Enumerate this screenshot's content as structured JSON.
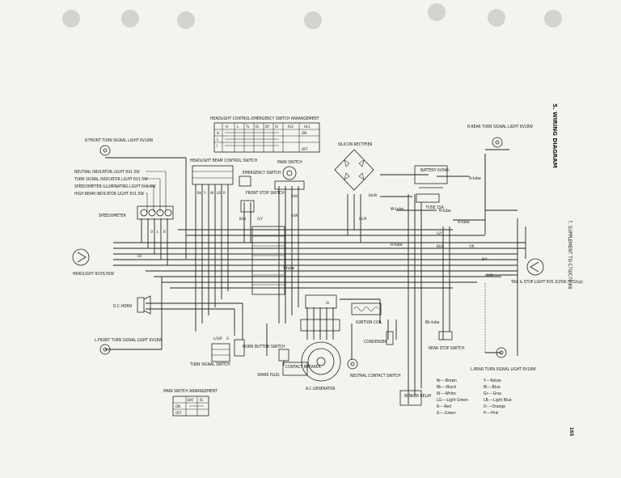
{
  "section_title": "5. WIRING DIAGRAM",
  "supplement": "7. SUPPLEMENT TO C70/C70-K6",
  "page_number": "165",
  "components": {
    "r_front_turn": "R.FRONT TURN SIGNAL LIGHT 6V18W",
    "l_front_turn": "L.FRONT TURN SIGNAL LIGHT 6V18W",
    "r_rear_turn": "R.REAR TURN SIGNAL LIGHT 6V18W",
    "l_rear_turn": "L.REAR TURN SIGNAL LIGHT 6V18W",
    "neutral": "NEUTRAL INDICATOR LIGHT 6V1.5W",
    "turn_ind": "TURN SIGNAL INDICATOR LIGHT 6V1.5W",
    "speedo_illum": "SPEEDOMETER ILLUMINATING LIGHT 6V1.5W",
    "high_beam": "HIGH BEAM INDICATOR LIGHT 6V1.5W",
    "speedometer": "SPEEDOMETER",
    "headlight": "HEADLIGHT 6V35/35W",
    "horn": "D.C.HORN",
    "turn_switch": "TURN SIGNAL SWITCH",
    "horn_button": "HORN BUTTON SWITCH",
    "headlight_ctrl_title": "HEADLIGHT CONTROL-EMERGENCY SWITCH ARRANGEMENT",
    "beam_switch": "HEADLIGHT BEAM CONTROL SWITCH",
    "emergency": "EMERGENCY SWITCH",
    "main_switch": "MAIN SWITCH",
    "front_stop": "FRONT STOP SWITCH",
    "rectifier": "SILICON RECTIFIER",
    "battery": "BATTERY 6V5Ah",
    "fuse": "FUSE 15A",
    "tail_stop": "TAIL & STOP LIGHT 6V5.3/25W (3/32cp)",
    "ignition_coil": "IGNITION COIL",
    "condenser": "CONDENSER",
    "rear_stop": "REAR STOP SWITCH",
    "spark_plug": "SPARK PLUG",
    "contact_breaker": "CONTACT BREAKER",
    "ac_generator": "A.C.GENERATOR",
    "neutral_switch": "NEUTRAL CONTACT SWITCH",
    "winker_relay": "WINKER RELAY",
    "main_switch_arr": "MAIN SWITCH ARRANGEMENT"
  },
  "headlight_table": {
    "cols": [
      "H",
      "L",
      "TL",
      "IG",
      "DY",
      "SI",
      "IG2",
      "HL1"
    ],
    "rows": [
      "H",
      "L",
      "I",
      "OFF"
    ],
    "right": [
      "ON",
      "",
      "OFF"
    ]
  },
  "main_switch_table": {
    "cols": [
      "BAT",
      "IG"
    ],
    "rows": [
      "ON",
      "OFF"
    ]
  },
  "tube_labels": {
    "r_tube": "R-tube",
    "w_tube": "W-tube",
    "y_tube": "Y-tube",
    "g_tube": "G-tube",
    "bk_tube": "Bk-tube",
    "b_tube": "B-tube"
  },
  "wire_tags": {
    "bw": "B/W",
    "gy": "G/Y",
    "bk": "Bk",
    "y": "Y",
    "w": "W",
    "lb": "LB",
    "r": "R",
    "o": "O",
    "g": "G",
    "l": "L",
    "b": "B",
    "rw": "R/W",
    "gw": "G/W",
    "bkw": "Bk/W",
    "lgr": "LG/R",
    "lgr2": "L/G/R",
    "bkr": "Bk/R",
    "gr": "Gr",
    "lo": "LO",
    "yr": "Y/R",
    "by": "B/Y",
    "bkw2": "Bk/W",
    "gy2": "G/Y",
    "gr2": "G/R"
  },
  "legend": {
    "left": [
      "Br----Brown",
      "Bk----Black",
      "W----White",
      "LG----Light Green",
      "R----Red",
      "G----Green"
    ],
    "right": [
      "Y----Yellow",
      "Bl----Blue",
      "Gr----Gray",
      "LB----Light Blue",
      "O----Orange",
      "P----Pink"
    ]
  },
  "colors": {
    "paper": "#f4f3ef",
    "ink": "#222222",
    "hole": "#d0cfcc"
  }
}
